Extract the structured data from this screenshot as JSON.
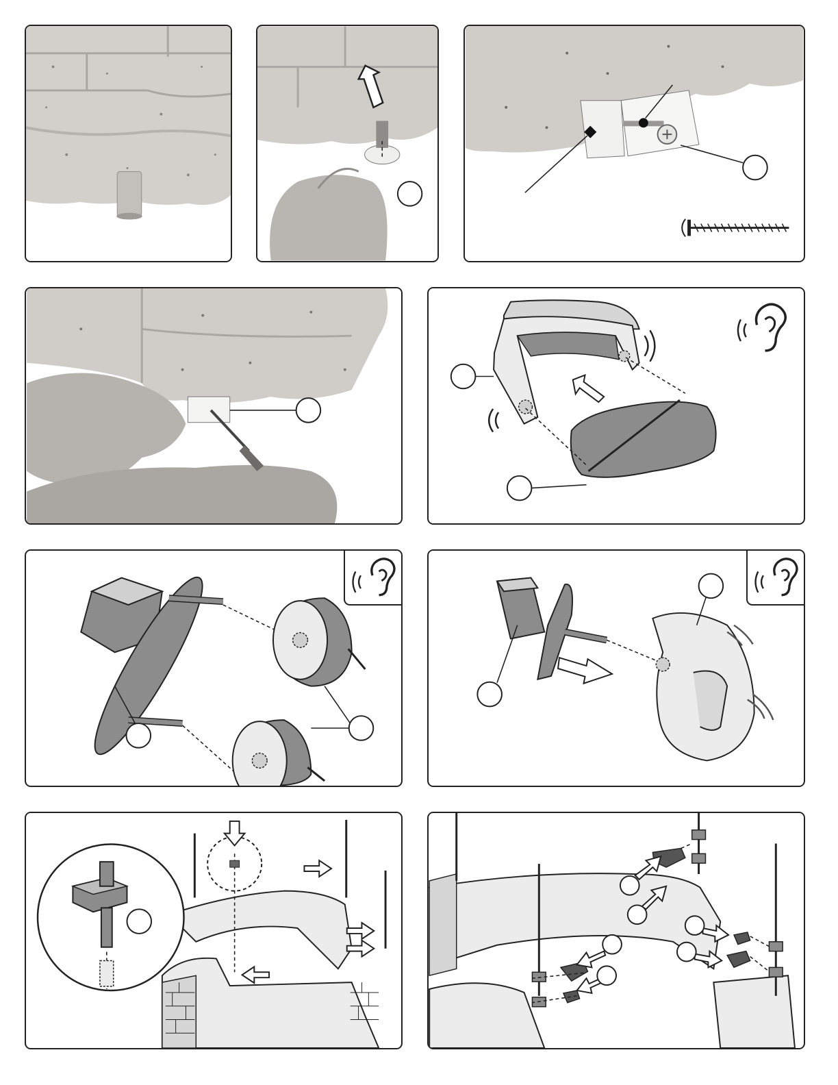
{
  "page": {
    "background": "#ffffff",
    "line_color": "#222222",
    "part_gray": "#8c8c8c",
    "photo_gray": "#c9c7c3"
  },
  "panels": [
    {
      "id": "step-a",
      "kind": "photo",
      "icons": []
    },
    {
      "id": "step-b",
      "kind": "photo",
      "icons": [
        "up-arrow-icon"
      ],
      "callouts": 1
    },
    {
      "id": "step-c",
      "kind": "photo",
      "icons": [
        "screw-icon",
        "diamond-marker-icon",
        "dot-marker-icon"
      ],
      "callouts": 1
    },
    {
      "id": "step-d",
      "kind": "photo",
      "icons": [
        "screwdriver-icon"
      ],
      "callouts": 1
    },
    {
      "id": "step-e",
      "kind": "drawing",
      "icons": [
        "ear-icon",
        "arrow-icon"
      ],
      "callouts": 2
    },
    {
      "id": "step-f",
      "kind": "drawing",
      "icons": [
        "ear-icon"
      ],
      "callouts": 2
    },
    {
      "id": "step-g",
      "kind": "drawing",
      "icons": [
        "ear-icon",
        "arrow-icon"
      ],
      "callouts": 2
    },
    {
      "id": "step-h",
      "kind": "drawing",
      "icons": [
        "arrow-icon",
        "magnifier-icon"
      ],
      "callouts": 1
    },
    {
      "id": "step-i",
      "kind": "drawing",
      "icons": [
        "arrow-icon"
      ],
      "callouts": 6
    }
  ]
}
